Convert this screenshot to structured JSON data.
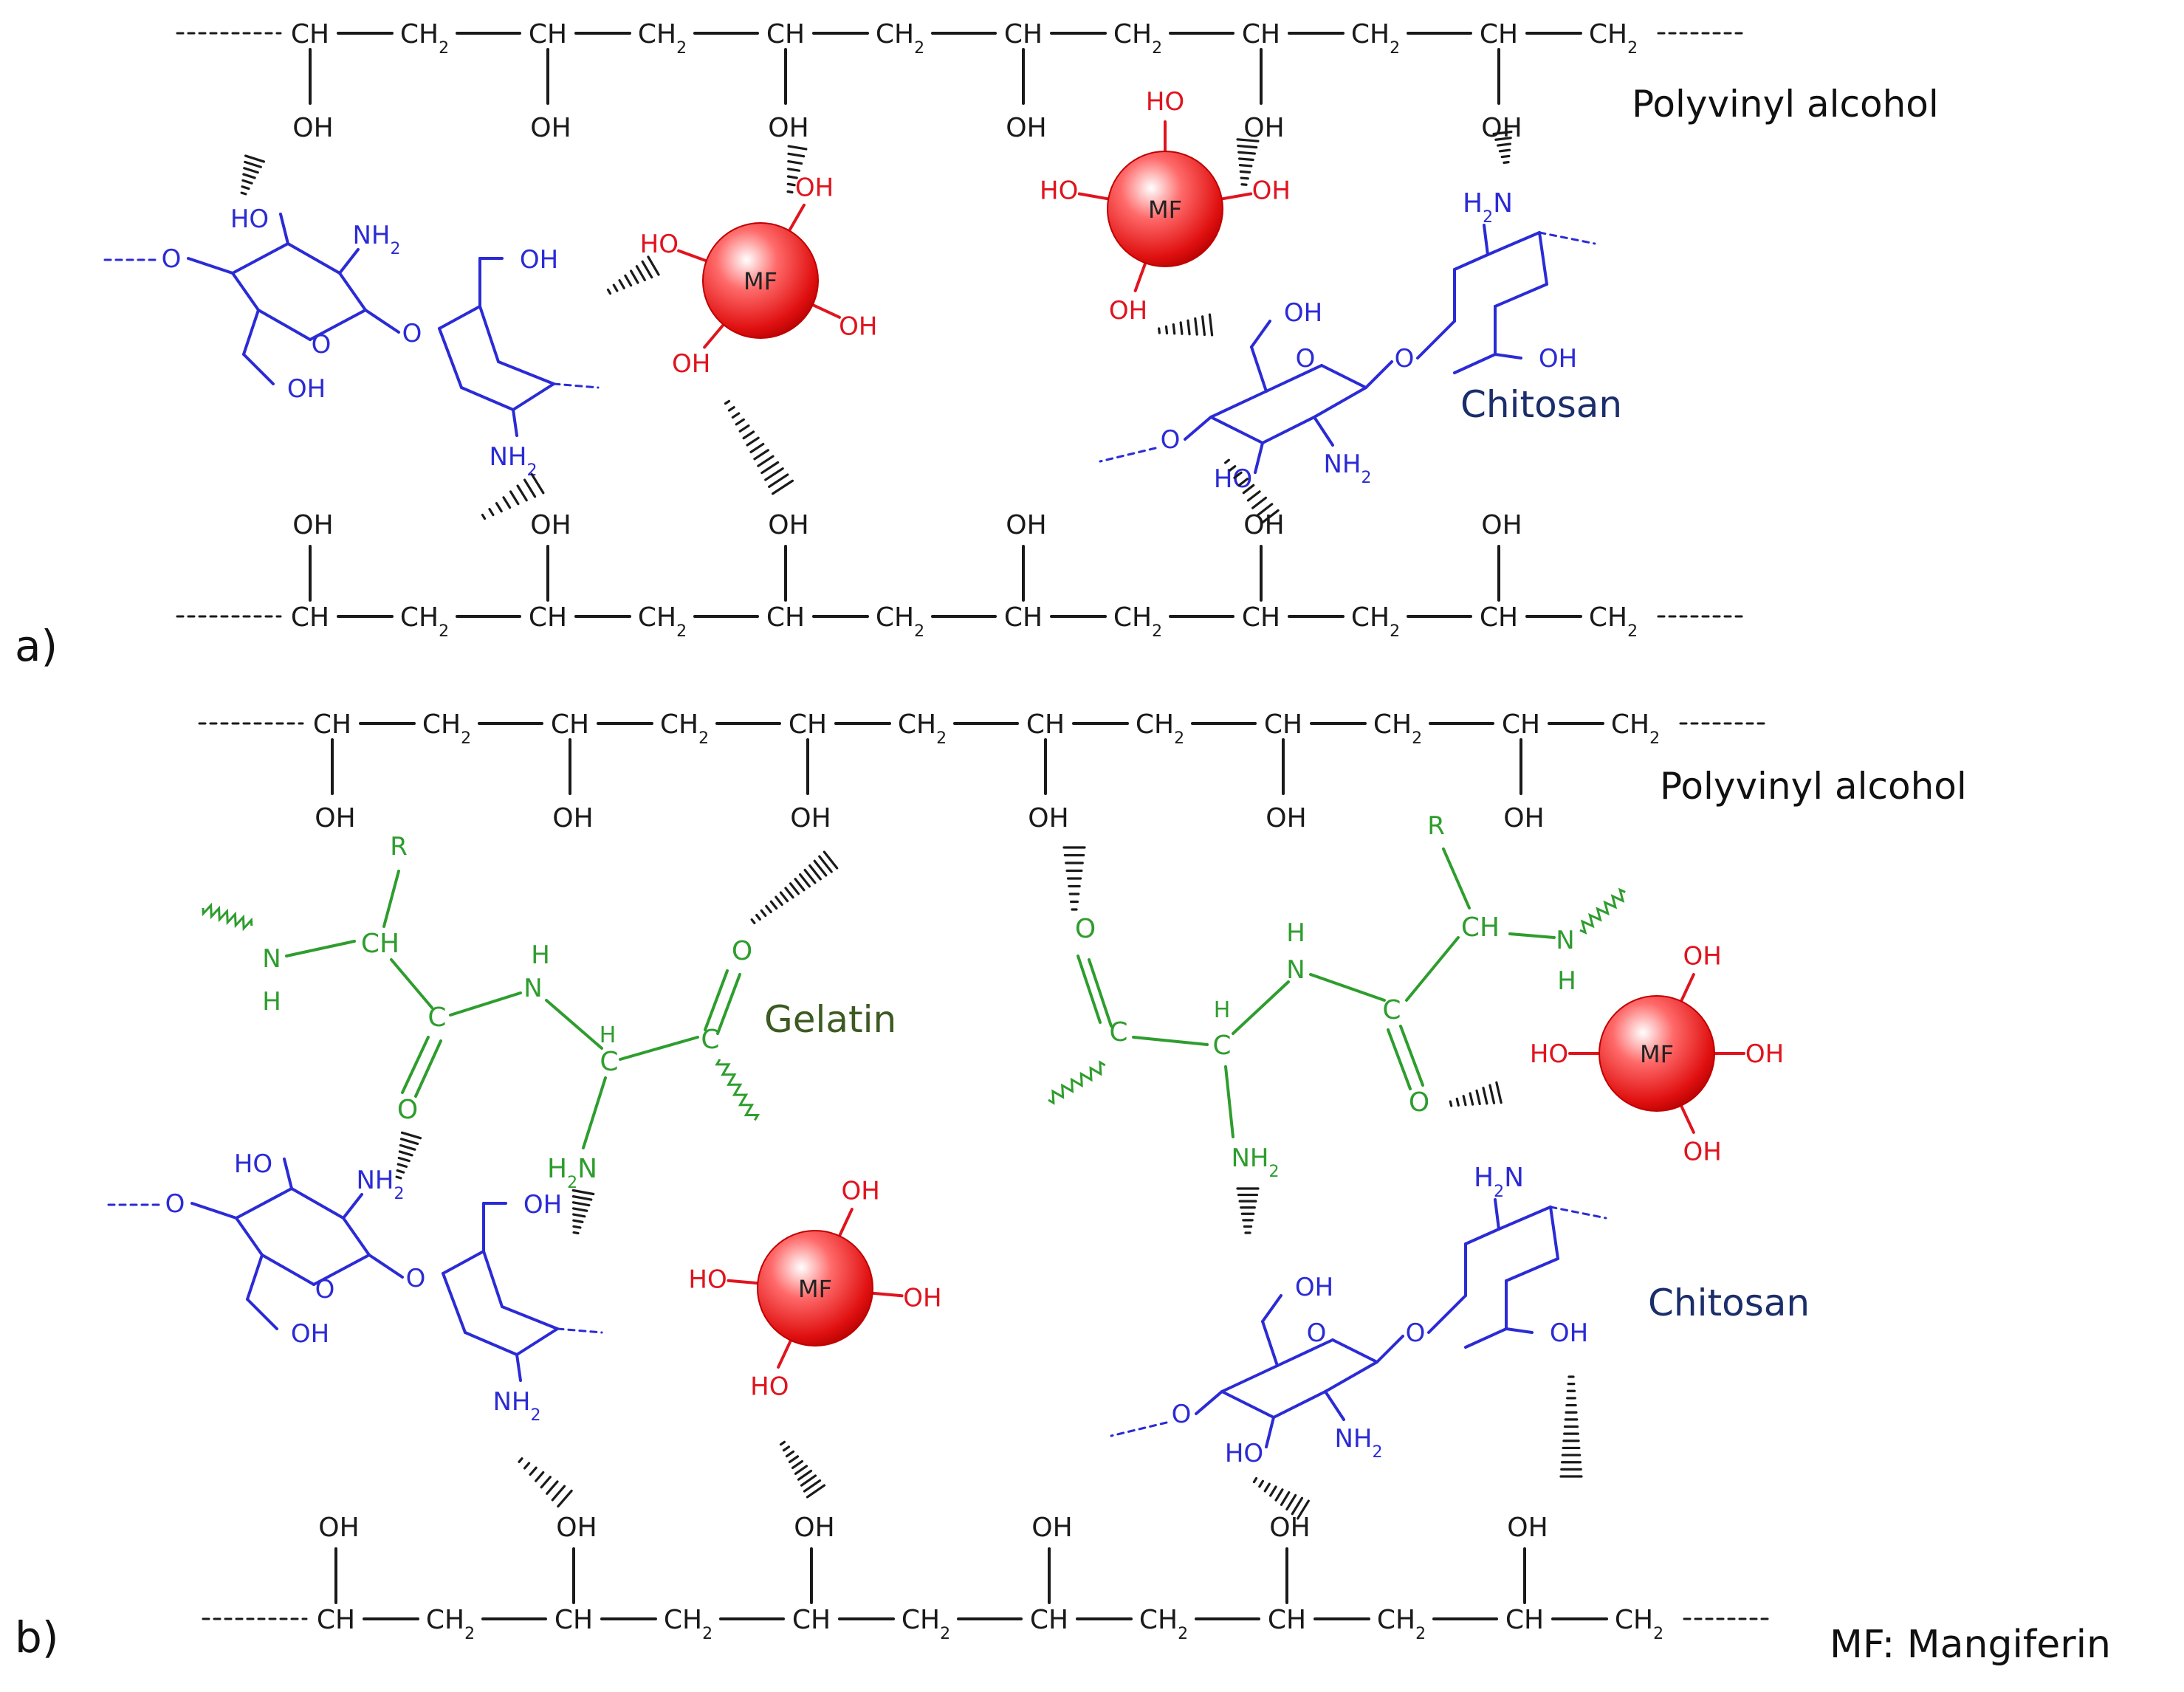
{
  "panels": [
    {
      "tag": "a)",
      "pva_label": "Polyvinyl alcohol",
      "chitosan_label": "Chitosan"
    },
    {
      "tag": "b)",
      "pva_label": "Polyvinyl alcohol",
      "chitosan_label": "Chitosan",
      "gelatin_label": "Gelatin"
    }
  ],
  "groups": {
    "ch": "CH",
    "ch2": "CH",
    "two": "2",
    "oh": "OH",
    "ho": "HO",
    "nh": "NH",
    "hn": "H",
    "n": "N",
    "h": "H",
    "o": "O",
    "c": "C",
    "r": "R"
  },
  "mf_ball": "MF",
  "footnote": "MF: Mangiferin",
  "colors": {
    "pva": "#1a1a1a",
    "chitosan": "#2b2bd6",
    "gelatin": "#2e9d2e",
    "mangiferin": "#e0141e",
    "label_chitosan": "#1b2e6b",
    "label_gelatin": "#3c5a22"
  }
}
